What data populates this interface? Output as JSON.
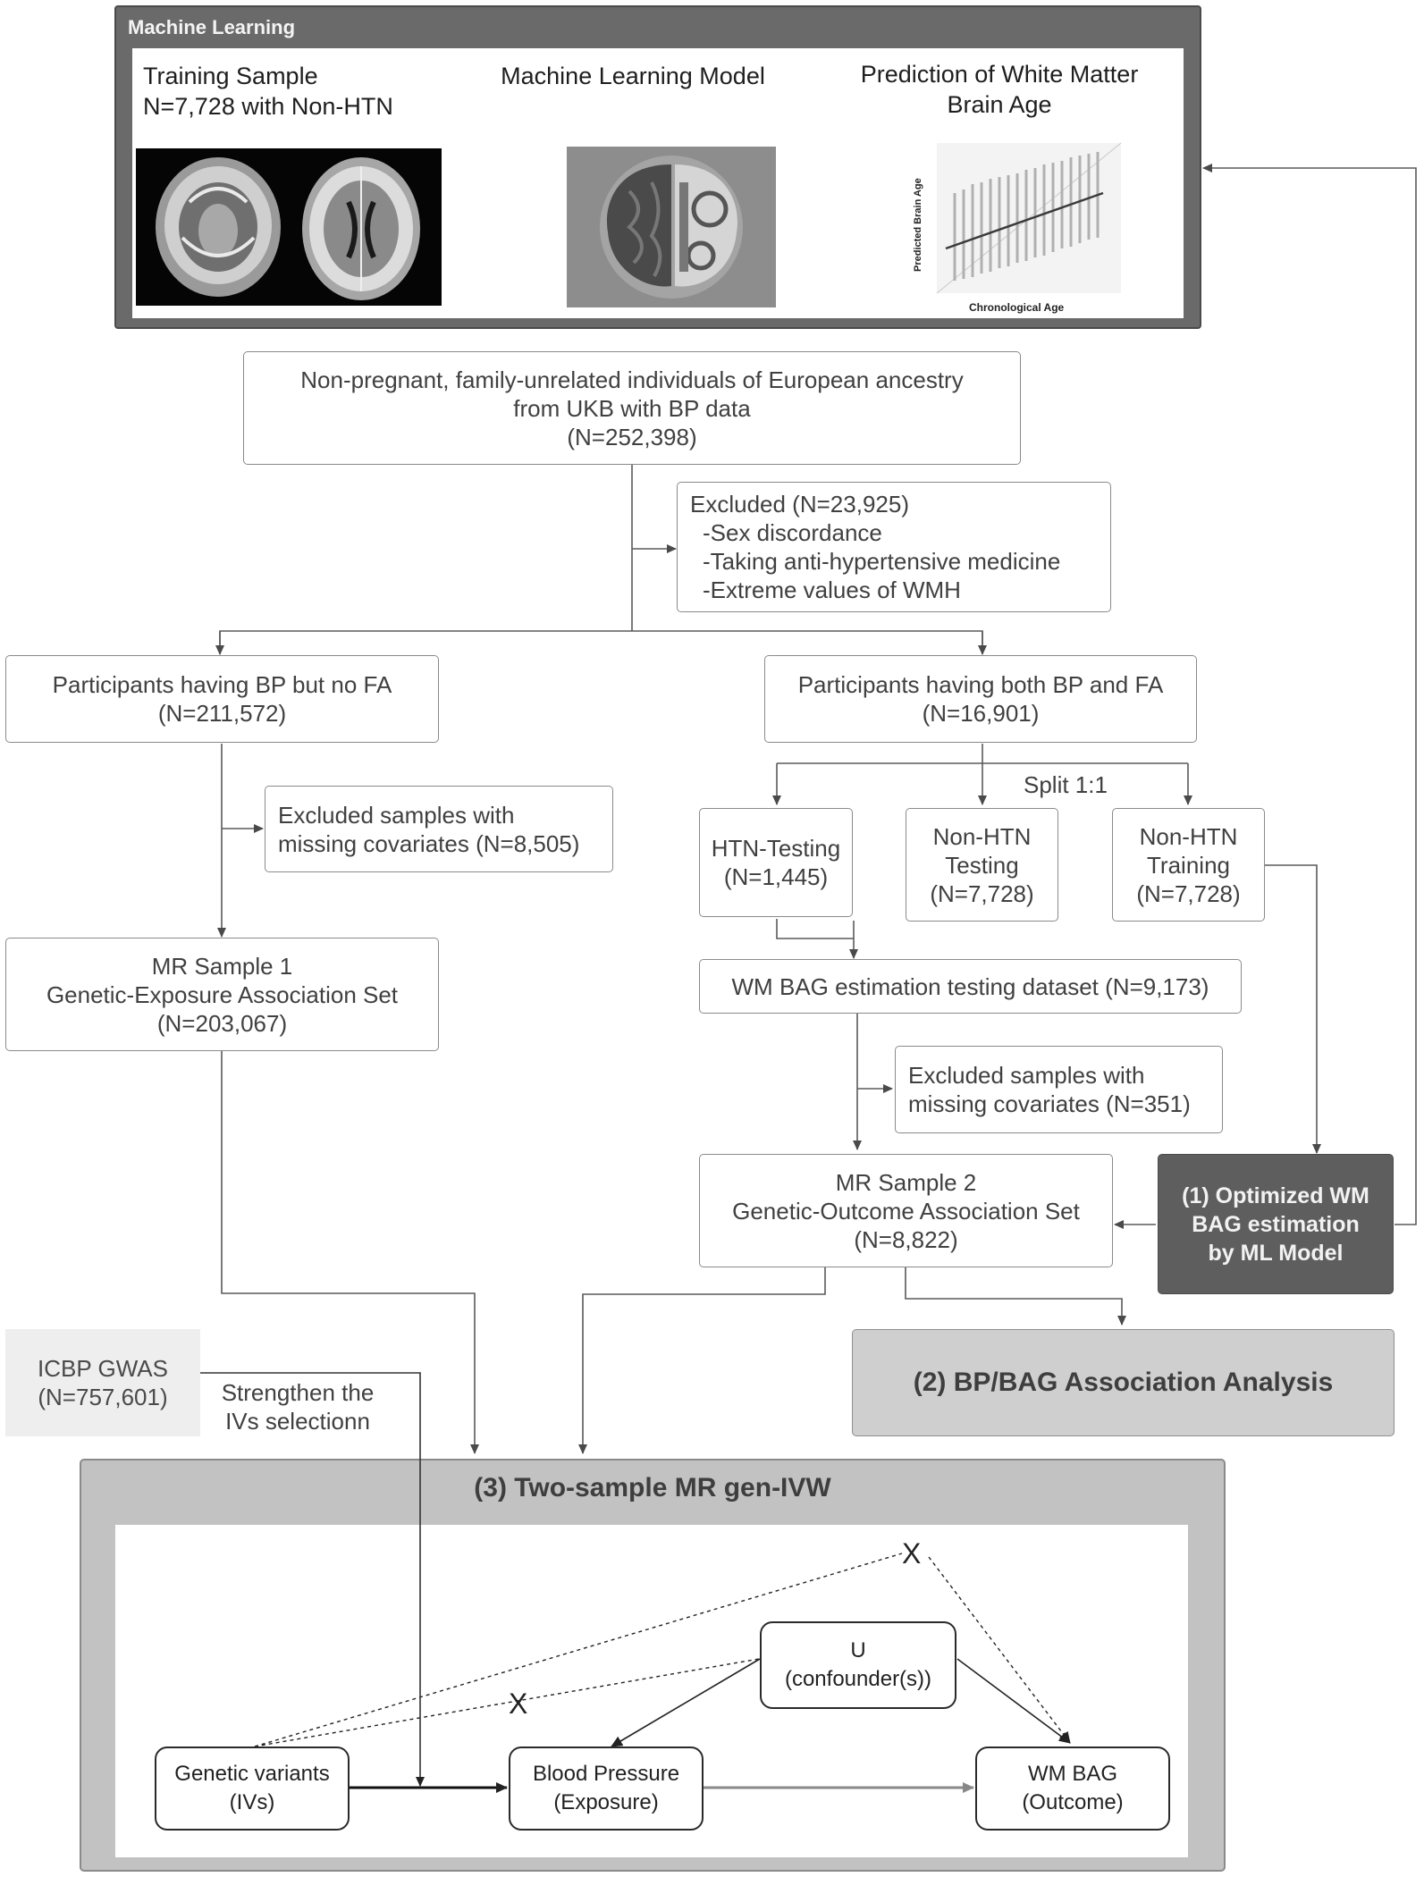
{
  "ml": {
    "title": "Machine Learning",
    "training_line1": "Training Sample",
    "training_line2": "N=7,728 with Non-HTN",
    "model_label": "Machine Learning Model",
    "prediction_line1": "Prediction of White Matter",
    "prediction_line2": "Brain Age",
    "plot_ylabel": "Predicted Brain Age",
    "plot_xlabel": "Chronological Age",
    "brain_scan_icon": "brain-mri-icon",
    "model_icon": "brain-machine-icon"
  },
  "flow": {
    "ukb": {
      "line1": "Non-pregnant, family-unrelated individuals of European ancestry",
      "line2": "from UKB with BP data",
      "line3": "(N=252,398)"
    },
    "excluded": {
      "line1": "Excluded (N=23,925)",
      "line2": "-Sex discordance",
      "line3": "-Taking anti-hypertensive medicine",
      "line4": "-Extreme values of WMH"
    },
    "bp_no_fa": {
      "line1": "Participants having BP but no FA",
      "line2": "(N=211,572)"
    },
    "bp_and_fa": {
      "line1": "Participants having both BP and FA",
      "line2": "(N=16,901)"
    },
    "excluded_cov1": {
      "line1": "Excluded samples with",
      "line2": "missing covariates (N=8,505)"
    },
    "split_label": "Split 1:1",
    "htn_testing": {
      "line1": "HTN-Testing",
      "line2": "(N=1,445)"
    },
    "nonhtn_testing": {
      "line1": "Non-HTN",
      "line2": "Testing",
      "line3": "(N=7,728)"
    },
    "nonhtn_training": {
      "line1": "Non-HTN",
      "line2": "Training",
      "line3": "(N=7,728)"
    },
    "mr_sample1": {
      "line1": "MR Sample 1",
      "line2": "Genetic-Exposure Association Set",
      "line3": "(N=203,067)"
    },
    "wm_bag_testing": "WM BAG estimation testing dataset (N=9,173)",
    "excluded_cov2": {
      "line1": "Excluded samples with",
      "line2": "missing covariates (N=351)"
    },
    "mr_sample2": {
      "line1": "MR Sample 2",
      "line2": "Genetic-Outcome Association Set",
      "line3": "(N=8,822)"
    },
    "optimized": {
      "line1": "(1) Optimized WM",
      "line2": "BAG estimation",
      "line3": "by ML Model"
    },
    "association": "(2) BP/BAG Association Analysis",
    "icbp": {
      "line1": "ICBP GWAS",
      "line2": "(N=757,601)"
    },
    "strengthen": {
      "line1": "Strengthen the",
      "line2": "IVs selectionn"
    }
  },
  "mr": {
    "title": "(3) Two-sample MR gen-IVW",
    "confounder": {
      "line1": "U",
      "line2": "(confounder(s))"
    },
    "genetic": {
      "line1": "Genetic variants",
      "line2": "(IVs)"
    },
    "bp": {
      "line1": "Blood Pressure",
      "line2": "(Exposure)"
    },
    "wmbag": {
      "line1": "WM BAG",
      "line2": "(Outcome)"
    },
    "x_mark": "X"
  }
}
